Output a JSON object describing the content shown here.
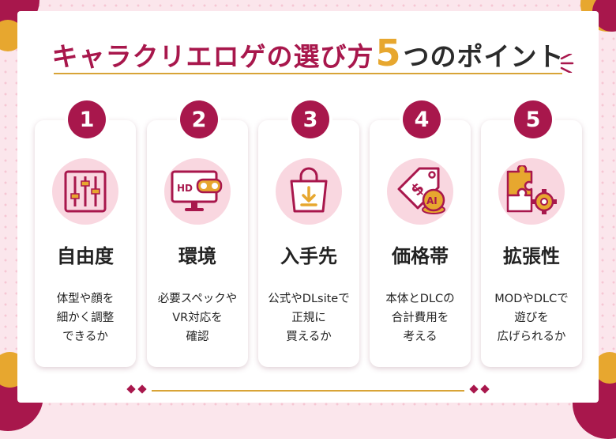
{
  "title": {
    "part1": "キャラクリエロゲの選び方",
    "number": "5",
    "part2": "つのポイント"
  },
  "colors": {
    "accent": "#a8174c",
    "gold": "#e7a72f",
    "pink_bg": "#fbe6ec",
    "icon_bg": "#f9d7e0"
  },
  "cards": [
    {
      "number": "1",
      "title": "自由度",
      "description": "体型や顔を\n細かく調整\nできるか",
      "icon": "sliders-icon"
    },
    {
      "number": "2",
      "title": "環境",
      "description": "必要スペックや\nVR対応を\n確認",
      "icon": "monitor-vr-icon",
      "icon_text": "HD"
    },
    {
      "number": "3",
      "title": "入手先",
      "description": "公式やDLsiteで\n正規に\n買えるか",
      "icon": "shopping-bag-download-icon"
    },
    {
      "number": "4",
      "title": "価格帯",
      "description": "本体とDLCの\n合計費用を\n考える",
      "icon": "price-tag-coins-icon",
      "icon_text": "AI"
    },
    {
      "number": "5",
      "title": "拡張性",
      "description": "MODやDLCで\n遊びを\n広げられるか",
      "icon": "puzzle-gear-icon"
    }
  ]
}
